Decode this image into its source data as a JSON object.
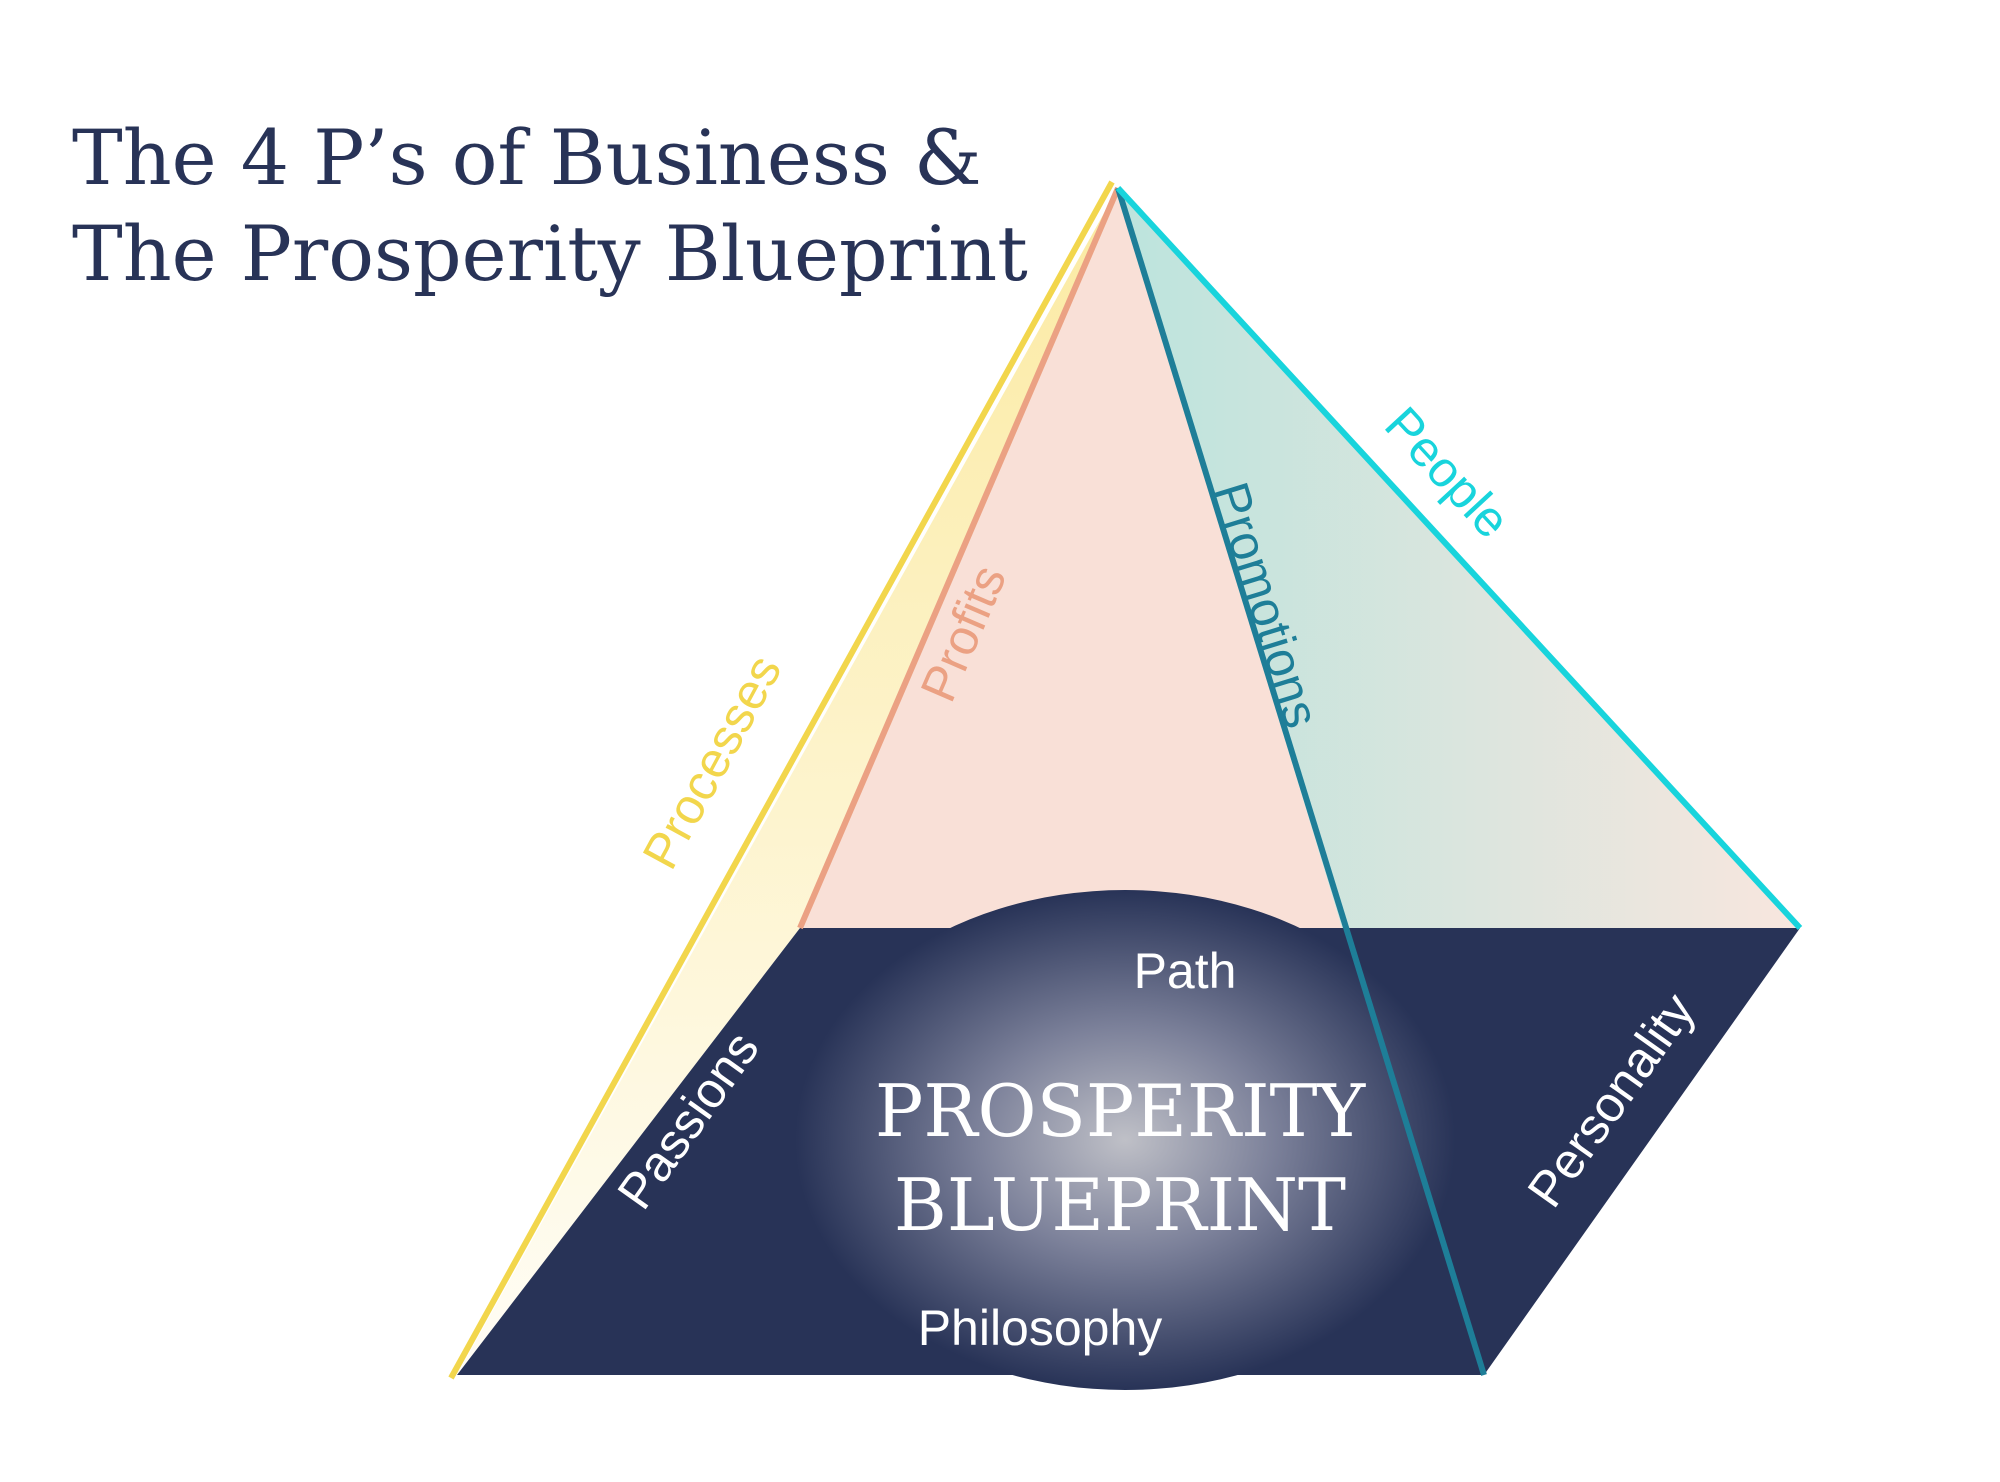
{
  "title": {
    "line1": "The 4 P’s of Business &",
    "line2": "The Prosperity Blueprint"
  },
  "pyramid": {
    "edges": {
      "processes": "Processes",
      "profits": "Profits",
      "promotions": "Promotions",
      "people": "People"
    },
    "base": {
      "path": "Path",
      "philosophy": "Philosophy",
      "passions": "Passions",
      "personality": "Personality",
      "center_line1": "PROSPERITY",
      "center_line2": "BLUEPRINT"
    }
  },
  "colors": {
    "navy": "#283357",
    "processes": "#F2D64C",
    "profits": "#EBA183",
    "promotions": "#1E7E98",
    "people": "#18D4DC",
    "peach_face": "#F9E0D7",
    "teal_face": "#BFE4DD"
  }
}
